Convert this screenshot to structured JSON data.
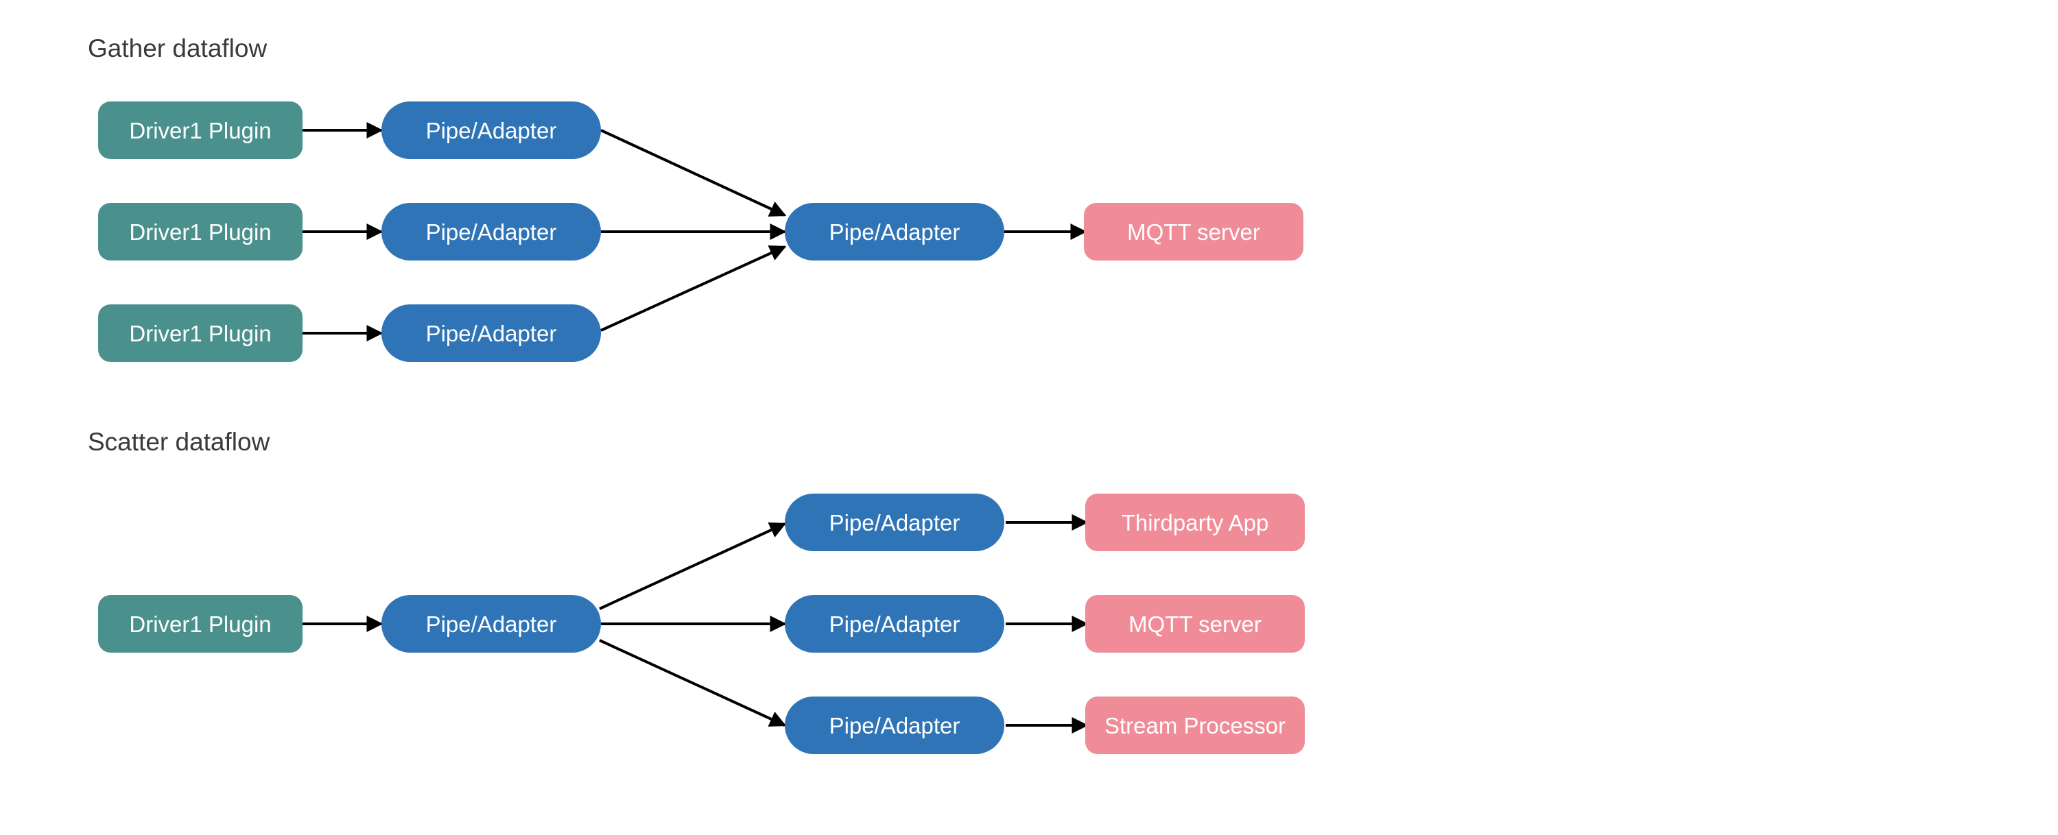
{
  "colors": {
    "driver": "#4a918d",
    "pipe": "#2f74b6",
    "sink": "#f08b98",
    "edge": "#000000",
    "title_text": "#3a3a3a"
  },
  "gather": {
    "title": "Gather dataflow",
    "drivers": [
      {
        "label": "Driver1 Plugin"
      },
      {
        "label": "Driver1 Plugin"
      },
      {
        "label": "Driver1 Plugin"
      }
    ],
    "pipes": [
      {
        "label": "Pipe/Adapter"
      },
      {
        "label": "Pipe/Adapter"
      },
      {
        "label": "Pipe/Adapter"
      }
    ],
    "merge_pipe": {
      "label": "Pipe/Adapter"
    },
    "sink": {
      "label": "MQTT server"
    }
  },
  "scatter": {
    "title": "Scatter dataflow",
    "driver": {
      "label": "Driver1 Plugin"
    },
    "split_pipe": {
      "label": "Pipe/Adapter"
    },
    "pipes": [
      {
        "label": "Pipe/Adapter"
      },
      {
        "label": "Pipe/Adapter"
      },
      {
        "label": "Pipe/Adapter"
      }
    ],
    "sinks": [
      {
        "label": "Thirdparty App"
      },
      {
        "label": "MQTT server"
      },
      {
        "label": "Stream Processor"
      }
    ]
  }
}
